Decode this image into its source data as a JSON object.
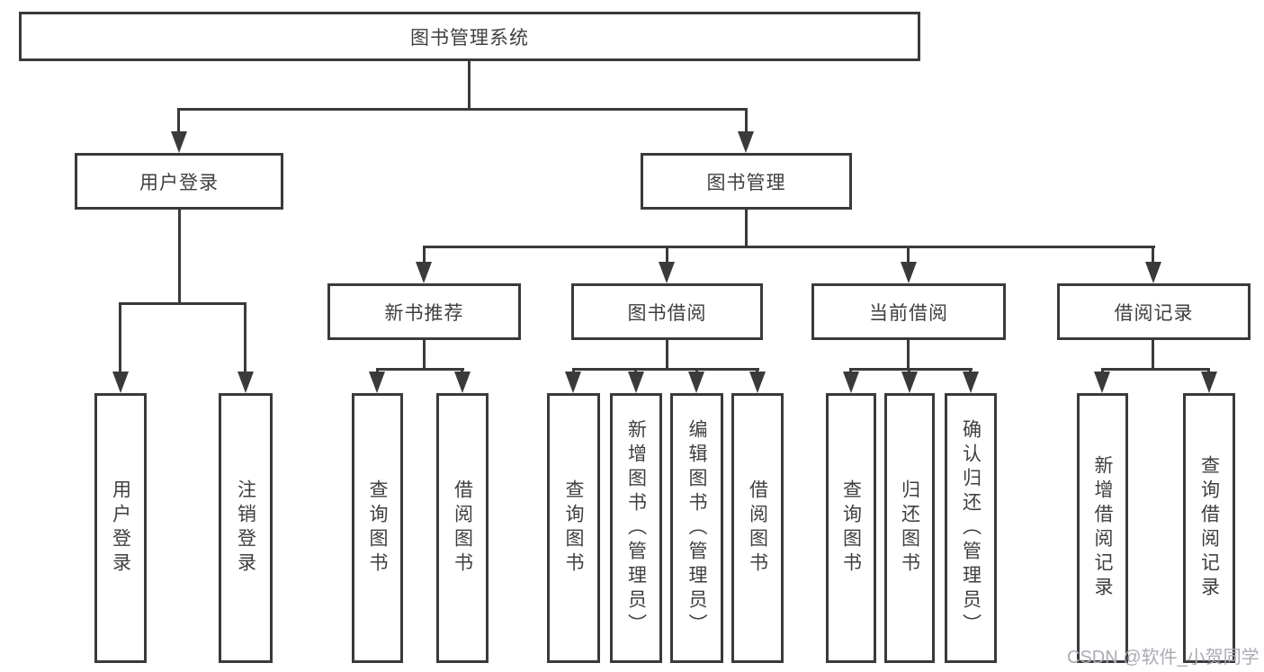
{
  "tree": {
    "label": "图书管理系统",
    "children": [
      {
        "label": "用户登录",
        "children": [
          {
            "label": "用户登录"
          },
          {
            "label": "注销登录"
          }
        ]
      },
      {
        "label": "图书管理",
        "children": [
          {
            "label": "新书推荐",
            "children": [
              {
                "label": "查询图书"
              },
              {
                "label": "借阅图书"
              }
            ]
          },
          {
            "label": "图书借阅",
            "children": [
              {
                "label": "查询图书"
              },
              {
                "label": "新增图书（管理员）"
              },
              {
                "label": "编辑图书（管理员）"
              },
              {
                "label": "借阅图书"
              }
            ]
          },
          {
            "label": "当前借阅",
            "children": [
              {
                "label": "查询图书"
              },
              {
                "label": "归还图书"
              },
              {
                "label": "确认归还（管理员）"
              }
            ]
          },
          {
            "label": "借阅记录",
            "children": [
              {
                "label": "新增借阅记录"
              },
              {
                "label": "查询借阅记录"
              }
            ]
          }
        ]
      }
    ]
  },
  "watermark": "CSDN @软件_小贺同学",
  "colors": {
    "line": "#3a3a3a",
    "text": "#3f3f3f",
    "watermark": "#a8acb3",
    "background": "#ffffff"
  }
}
